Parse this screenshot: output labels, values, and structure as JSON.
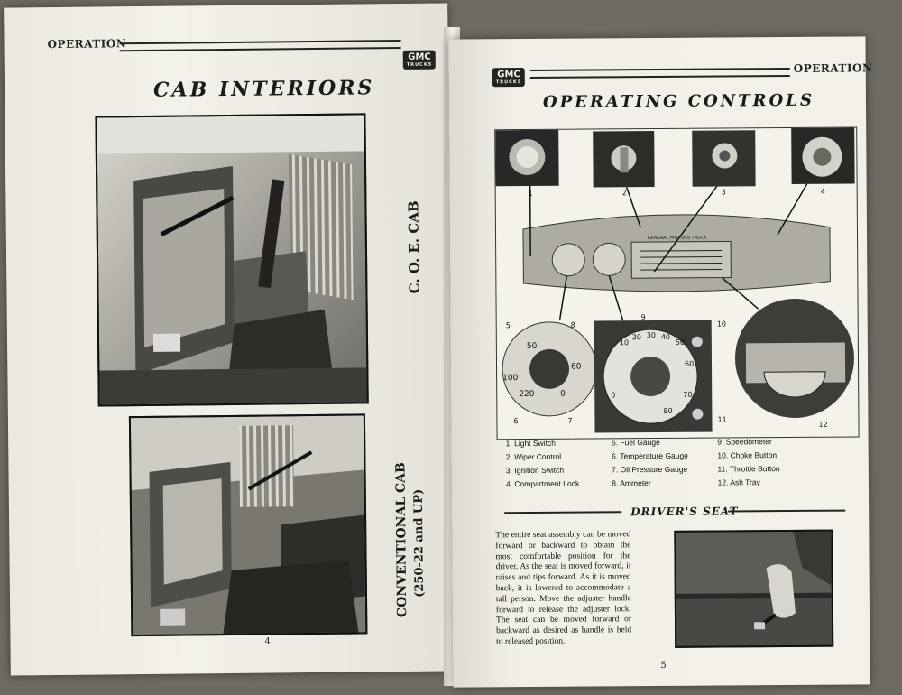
{
  "left_page": {
    "header": "OPERATION",
    "title": "CAB INTERIORS",
    "labels": {
      "coe_cab": "C. O. E. CAB",
      "conventional_cab": "CONVENTIONAL CAB",
      "conventional_models": "(250-22 and UP)"
    },
    "page_number": "4",
    "logo": {
      "brand": "GMC",
      "subtitle": "TRUCKS"
    }
  },
  "right_page": {
    "header": "OPERATION",
    "title": "OPERATING CONTROLS",
    "page_number": "5",
    "logo": {
      "brand": "GMC",
      "subtitle": "TRUCKS"
    },
    "callout_numbers": [
      "1",
      "2",
      "3",
      "4",
      "5",
      "6",
      "7",
      "8",
      "9",
      "10",
      "11",
      "12"
    ],
    "controls_legend": [
      "1. Light Switch",
      "5. Fuel Gauge",
      "9. Speedometer",
      "2. Wiper Control",
      "6. Temperature Gauge",
      "10. Choke Button",
      "3. Ignition Switch",
      "7. Oil Pressure Gauge",
      "11. Throttle Button",
      "4. Compartment Lock",
      "8. Ammeter",
      "12. Ash Tray"
    ],
    "gauge_numbers": [
      "50",
      "60",
      "220",
      "100",
      "0"
    ],
    "speedometer_numbers": [
      "10",
      "20",
      "30",
      "40",
      "50",
      "60",
      "70",
      "80",
      "0"
    ],
    "dash_text": "GENERAL MOTORS TRUCK",
    "drivers_seat": {
      "subtitle": "DRIVER'S SEAT",
      "body": "The entire seat assembly can be moved forward or backward to obtain the most comfortable position for the driver. As the seat is moved forward, it raises and tips forward. As it is moved back, it is lowered to accommodate a tall person. Move the adjuster handle forward to release the adjuster lock. The seat can be moved forward or backward as desired as handle is held to released position."
    }
  }
}
